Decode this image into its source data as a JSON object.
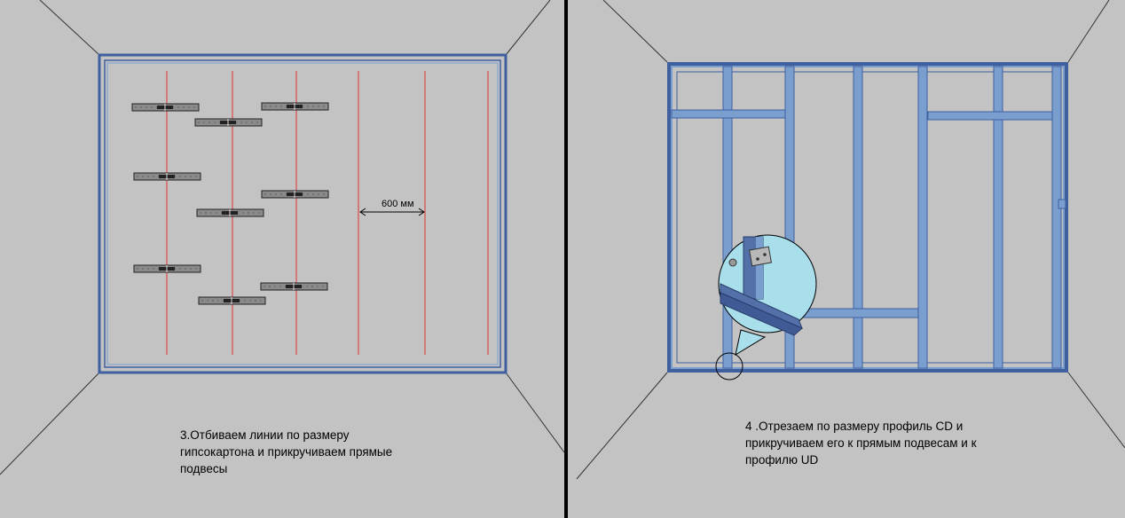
{
  "panels": [
    {
      "step_caption": "3.Отбиваем линии по размеру\nгипсокартона и прикручиваем прямые\nподвесы",
      "dimension_label": "600 мм"
    },
    {
      "step_caption": "4 .Отрезаем по размеру профиль CD и\nприкручиваем его к прямым подвесам и к\nпрофилю UD"
    }
  ],
  "colors": {
    "background": "#c3c3c3",
    "frame_blue": "#3f5f9f",
    "profile_blue": "#7a9fcf",
    "chalk_line": "#e23030",
    "hanger_gray": "#8a8a8a",
    "zoom_fill": "#a8dfea"
  }
}
